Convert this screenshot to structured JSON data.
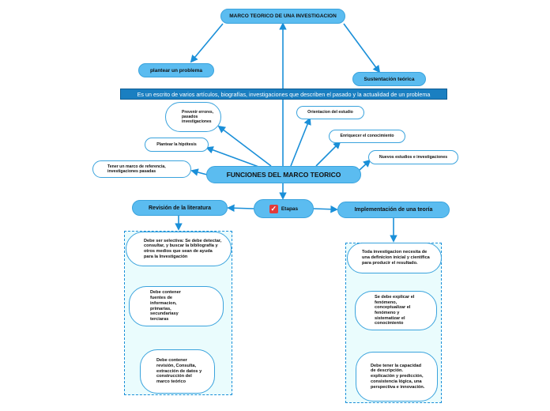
{
  "title": "MARCO TEORICO DE UNA INVESTIGACION",
  "left_top": "plantear un problema",
  "right_top": "Sustentación teórica",
  "banner": "Es un escrito de varios artículos, biografías, investigaciones que describen el pasado y la actualidad de un problema",
  "central": "FUNCIONES DEL MARCO TEORICO",
  "functions": {
    "prevenir": "Prevenir errores, pasados investigaciones",
    "hipotesis": "Plantear la hipótesis",
    "referencia": "Tener un marco de referencia, investigaciones pasadas",
    "orientacion": "Orientacion del estudio",
    "enriquecer": "Enriquecer el conocimiento",
    "nuevos": "Nuevos estudios e investigaciones"
  },
  "etapas": "Etapas",
  "revision": {
    "title": "Revisión de la literatura",
    "items": [
      "Debe ser selectiva: Se debe detectar, consultar, y buscar la bibliografía y otros medios que sean de ayuda para la Investigación",
      "Debe contener fuentes de informacion, primarias, secundariasy terciaras",
      "Debe contener revisión, Consulta, extracción de datos y construcción del marco teórico"
    ]
  },
  "implementacion": {
    "title": "Implementación de una teoría",
    "items": [
      "Toda investigacion necesita de una definicion inicial y cientifica para producir el resultado.",
      "Se debe explicar el fenómeno, conceptualizar el fenómeno y sistematizar el conocimiento",
      "Debe tener la capacidad de descripción. explicación y predicción, consistencia lógica, una perspectiva e innovación."
    ]
  },
  "colors": {
    "node_blue": "#5bbcf0",
    "border_blue": "#3aa3dd",
    "banner_blue": "#1a7fc1",
    "arrow_blue": "#1a8fd8",
    "dash_fill": "#eafcfd"
  }
}
